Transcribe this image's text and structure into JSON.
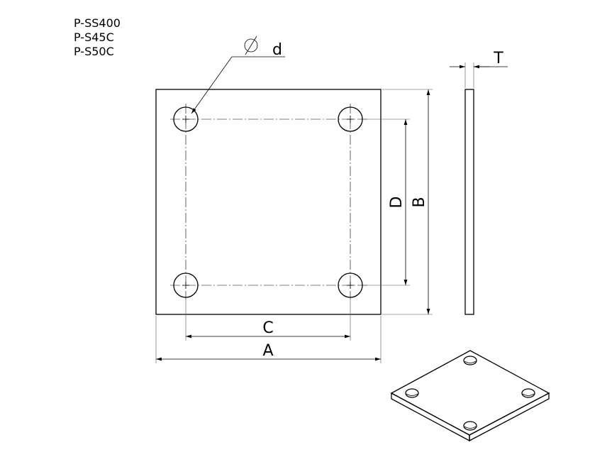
{
  "materials": [
    "P-SS400",
    "P-S45C",
    "P-S50C"
  ],
  "labels": {
    "hole_diameter": "d",
    "width": "A",
    "height": "B",
    "hole_pitch_x": "C",
    "hole_pitch_y": "D",
    "thickness": "T"
  },
  "colors": {
    "line": "#000000",
    "background": "#ffffff",
    "iso_fill": "#ffffff"
  },
  "symbols": {
    "diameter": "diameter-symbol"
  }
}
